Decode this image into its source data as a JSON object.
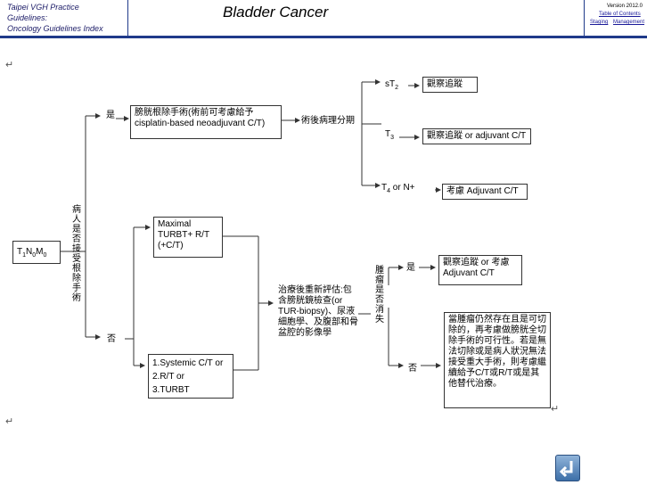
{
  "header": {
    "left_line1": "Taipei VGH Practice",
    "left_line2": "Guidelines:",
    "left_line3": "Oncology Guidelines Index",
    "title": "Bladder Cancer",
    "version": "Version 2012.0",
    "link_table": "Table of Contents",
    "link_staging": "Staging",
    "link_management": "Management"
  },
  "diagram": {
    "start_node": "T1N0M0",
    "decision_radical": "病人是否接受根除手術",
    "yes": "是",
    "no": "否",
    "cystectomy": "膀胱根除手術(術前可考慮給予cisplatin-based neoadjuvant C/T)",
    "pathology_staging": "術後病理分期",
    "stage_sT2": "sT2",
    "stage_T3": "T3",
    "stage_T4": "T4 or N+",
    "out_sT2": "觀察追蹤",
    "out_T3": "觀察追蹤 or adjuvant C/T",
    "out_T4": "考慮 Adjuvant C/T",
    "maximal": "Maximal TURBT+ R/T (+C/T)",
    "systemic_1": "1.Systemic C/T or",
    "systemic_2": "2.R/T or",
    "systemic_3": "3.TURBT",
    "reassess": "治療後重新評估:包含膀胱鏡檢查(or TUR-biopsy)、尿液細胞學、及腹部和骨盆腔的影像學",
    "decision_tumor": "腫瘤是否消失",
    "obs_adjuvant": "觀察追蹤 or 考慮 Adjuvant C/T",
    "residual": "當腫瘤仍然存在且是可切除的，再考慮做膀胱全切除手術的可行性。若是無法切除或是病人狀況無法接受重大手術，則考慮繼續給予C/T或R/T或是其他替代治療。"
  }
}
